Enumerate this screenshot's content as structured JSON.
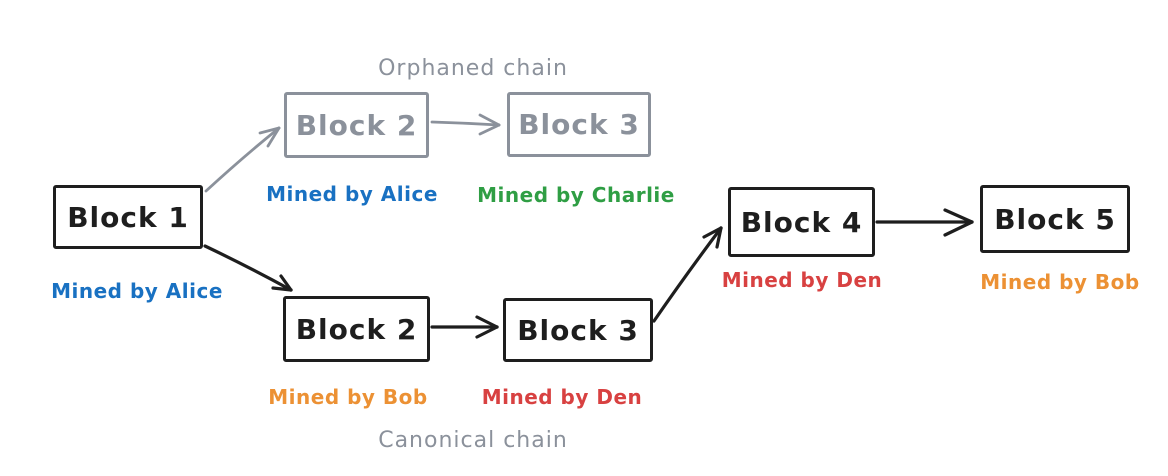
{
  "diagram": {
    "orphaned_chain_title": "Orphaned chain",
    "canonical_chain_title": "Canonical chain",
    "block1": {
      "label": "Block 1",
      "miner": "Mined by Alice"
    },
    "orphaned_block2": {
      "label": "Block 2",
      "miner": "Mined by Alice"
    },
    "orphaned_block3": {
      "label": "Block 3",
      "miner": "Mined by Charlie"
    },
    "canonical_block2": {
      "label": "Block 2",
      "miner": "Mined by Bob"
    },
    "canonical_block3": {
      "label": "Block 3",
      "miner": "Mined by Den"
    },
    "block4": {
      "label": "Block 4",
      "miner": "Mined by Den"
    },
    "block5": {
      "label": "Block 5",
      "miner": "Mined by Bob"
    },
    "colors": {
      "ink_black": "#1e1e1e",
      "orphaned_gray": "#8b919b",
      "alice_blue": "#1971c2",
      "charlie_green": "#2f9e44",
      "bob_orange": "#ec9134",
      "den_red": "#d84141"
    }
  }
}
